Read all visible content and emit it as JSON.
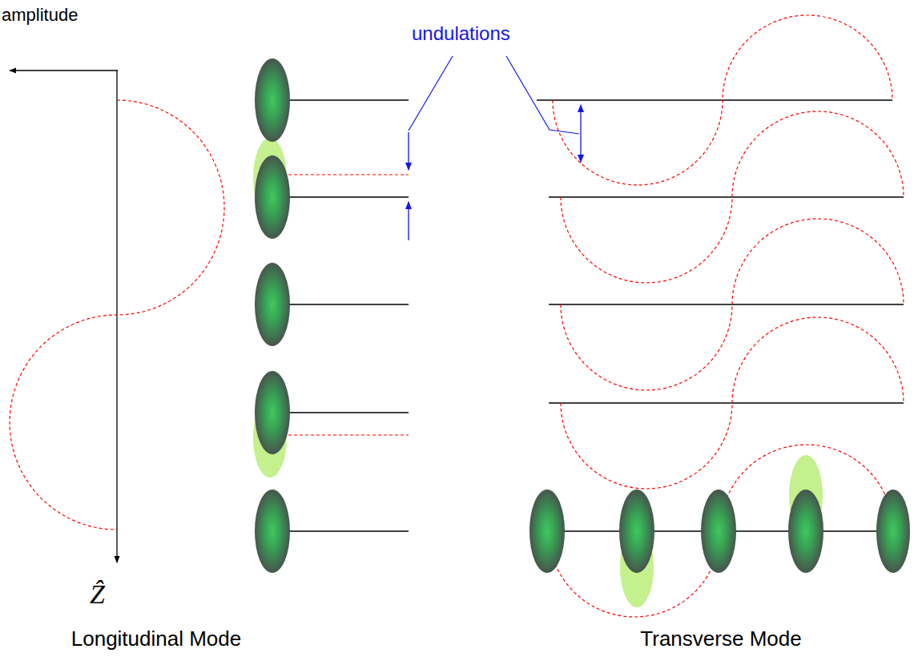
{
  "diagram": {
    "labels": [
      "amplitude",
      "undulations",
      "Ẑ",
      "Longitudinal Mode",
      "Transverse Mode"
    ]
  }
}
